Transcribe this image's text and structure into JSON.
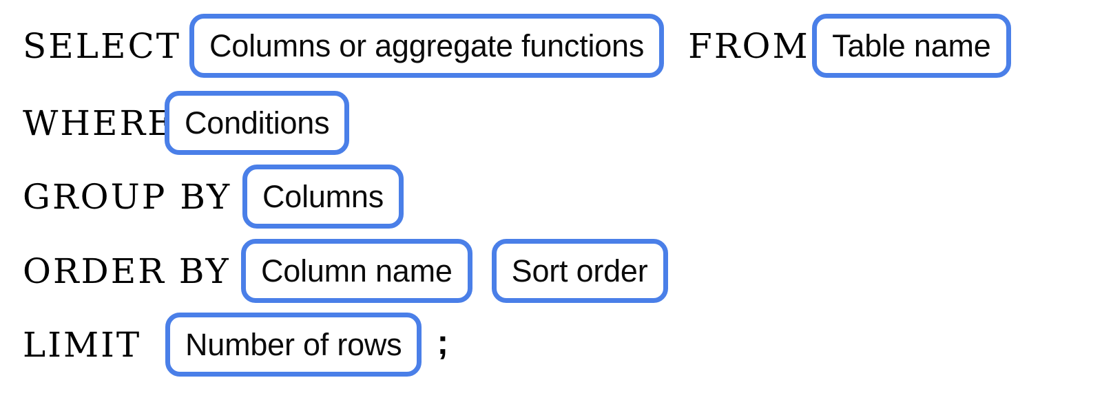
{
  "diagram": {
    "title": "SQL SELECT statement syntax template",
    "accent_color": "#4a7fe8",
    "box_fill_color": "#ffffff",
    "text_color": "#000000",
    "background_color": "#ffffff",
    "terminator": ";",
    "rows": [
      {
        "id": "select",
        "keyword": "SELECT",
        "placeholders": [
          {
            "label": "Columns or aggregate functions"
          }
        ],
        "inline_keyword": "FROM",
        "inline_placeholders": [
          {
            "label": "Table name"
          }
        ]
      },
      {
        "id": "where",
        "keyword": "WHERE",
        "placeholders": [
          {
            "label": "Conditions"
          }
        ]
      },
      {
        "id": "groupby",
        "keyword": "GROUP BY",
        "placeholders": [
          {
            "label": "Columns"
          }
        ]
      },
      {
        "id": "orderby",
        "keyword": "ORDER BY",
        "placeholders": [
          {
            "label": "Column name"
          },
          {
            "label": "Sort order"
          }
        ]
      },
      {
        "id": "limit",
        "keyword": "LIMIT",
        "placeholders": [
          {
            "label": "Number of rows"
          }
        ]
      }
    ]
  }
}
